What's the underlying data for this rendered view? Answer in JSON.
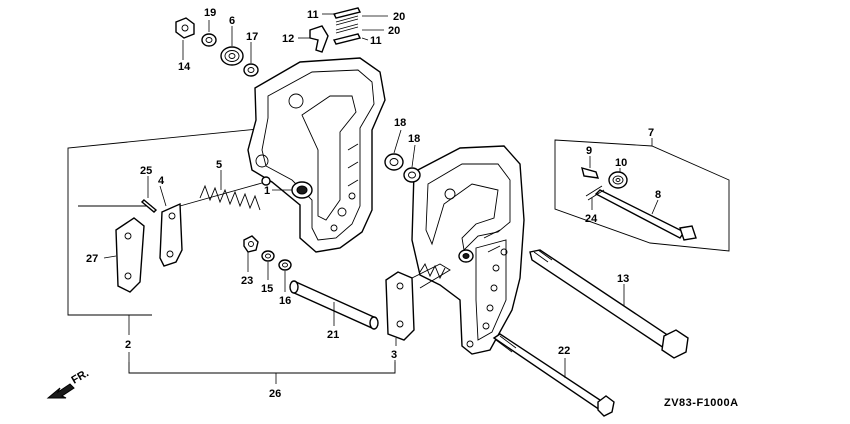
{
  "diagram": {
    "code": "ZV83-F1000A",
    "direction_label": "FR.",
    "callouts": {
      "p1": "1",
      "p2": "2",
      "p3": "3",
      "p4": "4",
      "p5": "5",
      "p6": "6",
      "p7": "7",
      "p8": "8",
      "p9": "9",
      "p10": "10",
      "p11a": "11",
      "p11b": "11",
      "p12": "12",
      "p13": "13",
      "p14": "14",
      "p15": "15",
      "p16": "16",
      "p17": "17",
      "p18a": "18",
      "p18b": "18",
      "p19": "19",
      "p20a": "20",
      "p20b": "20",
      "p21": "21",
      "p22": "22",
      "p23": "23",
      "p24": "24",
      "p25": "25",
      "p26": "26",
      "p27": "27"
    }
  }
}
